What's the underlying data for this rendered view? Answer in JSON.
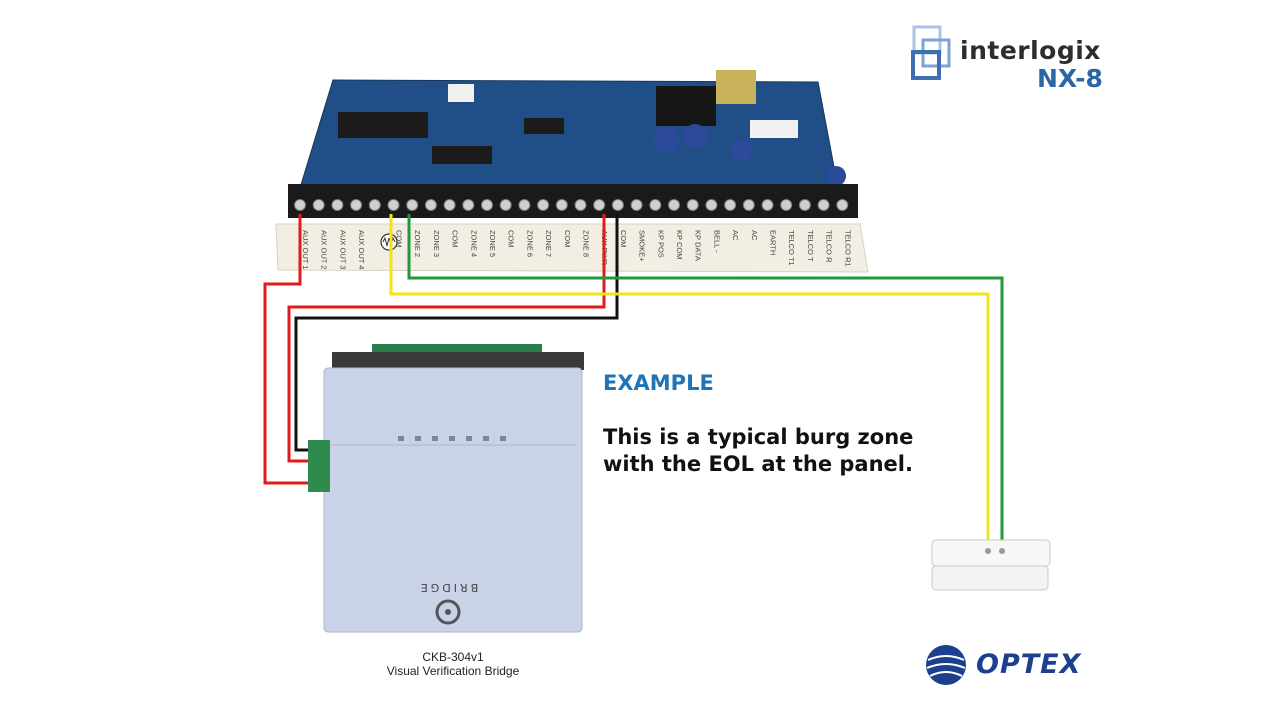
{
  "brand": {
    "name": "interlogix",
    "model": "NX-8",
    "accent": "#2b67a6"
  },
  "panel": {
    "terminal_labels": [
      "AUX OUT 1",
      "AUX OUT 2",
      "AUX OUT 3",
      "AUX OUT 4",
      "",
      "COM",
      "ZONE 2",
      "ZONE 3",
      "COM",
      "ZONE 4",
      "ZONE 5",
      "COM",
      "ZONE 6",
      "ZONE 7",
      "COM",
      "ZONE 8",
      "AUX PWR",
      "COM",
      "SMOKE+",
      "KP POS",
      "KP COM",
      "KP DATA",
      "BELL -",
      "AC",
      "AC",
      "EARTH",
      "TELCO T1",
      "TELCO T",
      "TELCO R",
      "TELCO R1"
    ]
  },
  "example": {
    "heading": "EXAMPLE",
    "line1": "This is a typical burg zone",
    "line2": "with the EOL at the panel."
  },
  "bridge": {
    "model": "CKB-304v1",
    "description": "Visual Verification Bridge",
    "front_label": "BRIDGE"
  },
  "wire_colors": {
    "red": "#e01b1b",
    "black": "#111111",
    "yellow": "#f2e417",
    "green": "#1f9a3a"
  },
  "optex": {
    "name": "OPTEX",
    "color": "#1d3f8f"
  }
}
